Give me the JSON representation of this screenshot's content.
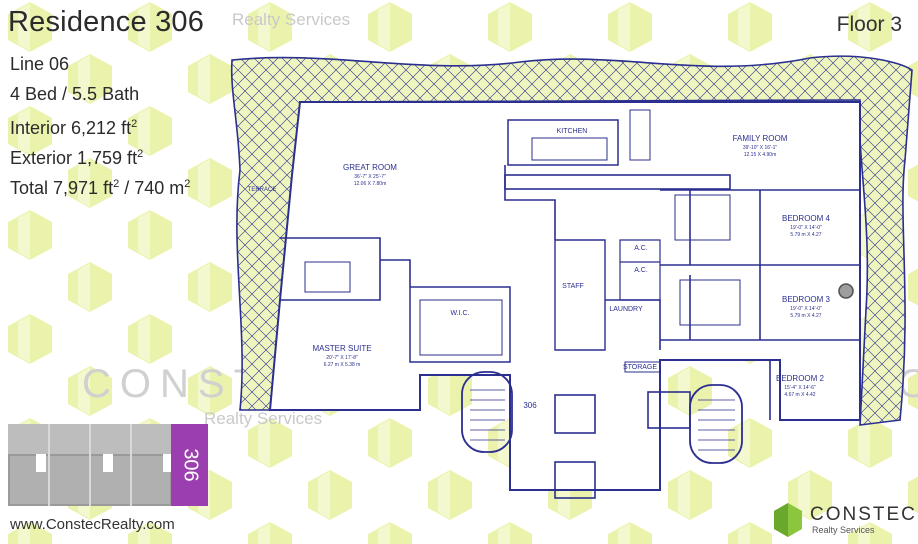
{
  "header": {
    "title": "Residence 306",
    "floor": "Floor 3"
  },
  "specs": {
    "line": "Line 06",
    "bed_bath": "4 Bed / 5.5 Bath",
    "interior_label": "Interior 6,212 ft",
    "exterior_label": "Exterior 1,759 ft",
    "total_label": "Total 7,971 ft",
    "total_metric": " / 740 m",
    "superscript": "2"
  },
  "watermarks": {
    "brand": "CONSTEC",
    "services": "Realty Services"
  },
  "rooms": {
    "great_room": "GREAT ROOM",
    "great_room_dim": "36'-7\" X 25'-7\"",
    "great_room_metric": "12.06 X 7.80m",
    "kitchen": "KITCHEN",
    "family_room": "FAMILY ROOM",
    "family_room_dim": "39'-10\" X 16'-1\"",
    "family_room_metric": "12.15 X 4.90m",
    "terrace": "TERRACE",
    "bedroom4": "BEDROOM 4",
    "bedroom4_dim": "19'-0\" X 14'-0\"",
    "bedroom4_metric": "5.79 m X 4.27",
    "bedroom3": "BEDROOM 3",
    "bedroom3_dim": "19'-0\" X 14'-0\"",
    "bedroom3_metric": "5.79 m X 4.27",
    "bedroom2": "BEDROOM 2",
    "bedroom2_dim": "15'-4\" X 14'-6\"",
    "bedroom2_metric": "4.67 m X 4.42",
    "master_suite": "MASTER SUITE",
    "master_suite_dim": "20'-7\" X 17'-8\"",
    "master_suite_metric": "6.27 m X 5.38 m",
    "wic": "W.I.C.",
    "staff": "STAFF",
    "laundry": "LAUNDRY",
    "ac1": "A.C.",
    "ac2": "A.C.",
    "storage": "STORAGE",
    "unit_number": "306"
  },
  "keyplan": {
    "unit": "306",
    "highlight_color": "#9b3fb0"
  },
  "footer": {
    "website": "www.ConstecRealty.com",
    "logo_name": "CONSTEC",
    "logo_sub": "Realty Services"
  },
  "colors": {
    "plan_line": "#2b2f8f",
    "hatch_fill": "#e9f2b0",
    "hex_green": "#e6f09a",
    "logo_green": "#8cc63f"
  }
}
